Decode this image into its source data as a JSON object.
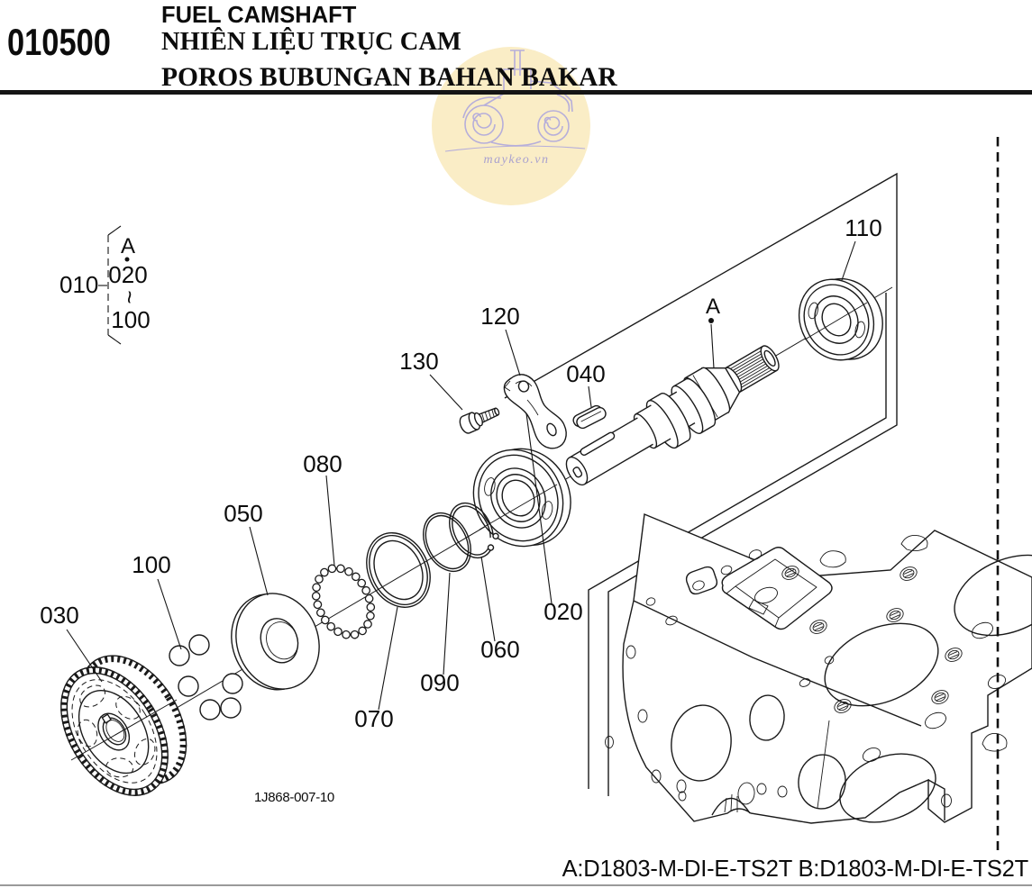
{
  "header": {
    "code": "010500",
    "title_en": "FUEL CAMSHAFT",
    "title_vi": "NHIÊN LIỆU TRỤC CAM",
    "title_id": "POROS BUBUNGAN BAHAN BAKAR"
  },
  "watermark": {
    "site": "maykeo.vn",
    "circle_color": "#faedc6",
    "line_color": "#b6aeda",
    "text_color": "#a9a1cf"
  },
  "diagram": {
    "drawing_number": "1J868-007-10",
    "ref_group": {
      "label": "010",
      "view": "A",
      "from": "020",
      "tilde": "~",
      "to": "100"
    },
    "view_marker": {
      "label": "A"
    },
    "callouts": [
      {
        "ref": "020"
      },
      {
        "ref": "030"
      },
      {
        "ref": "040"
      },
      {
        "ref": "050"
      },
      {
        "ref": "060"
      },
      {
        "ref": "070"
      },
      {
        "ref": "080"
      },
      {
        "ref": "090"
      },
      {
        "ref": "100"
      },
      {
        "ref": "110"
      },
      {
        "ref": "120"
      },
      {
        "ref": "130"
      }
    ]
  },
  "footer": {
    "applicability": "A:D1803-M-DI-E-TS2T B:D1803-M-DI-E-TS2T"
  }
}
